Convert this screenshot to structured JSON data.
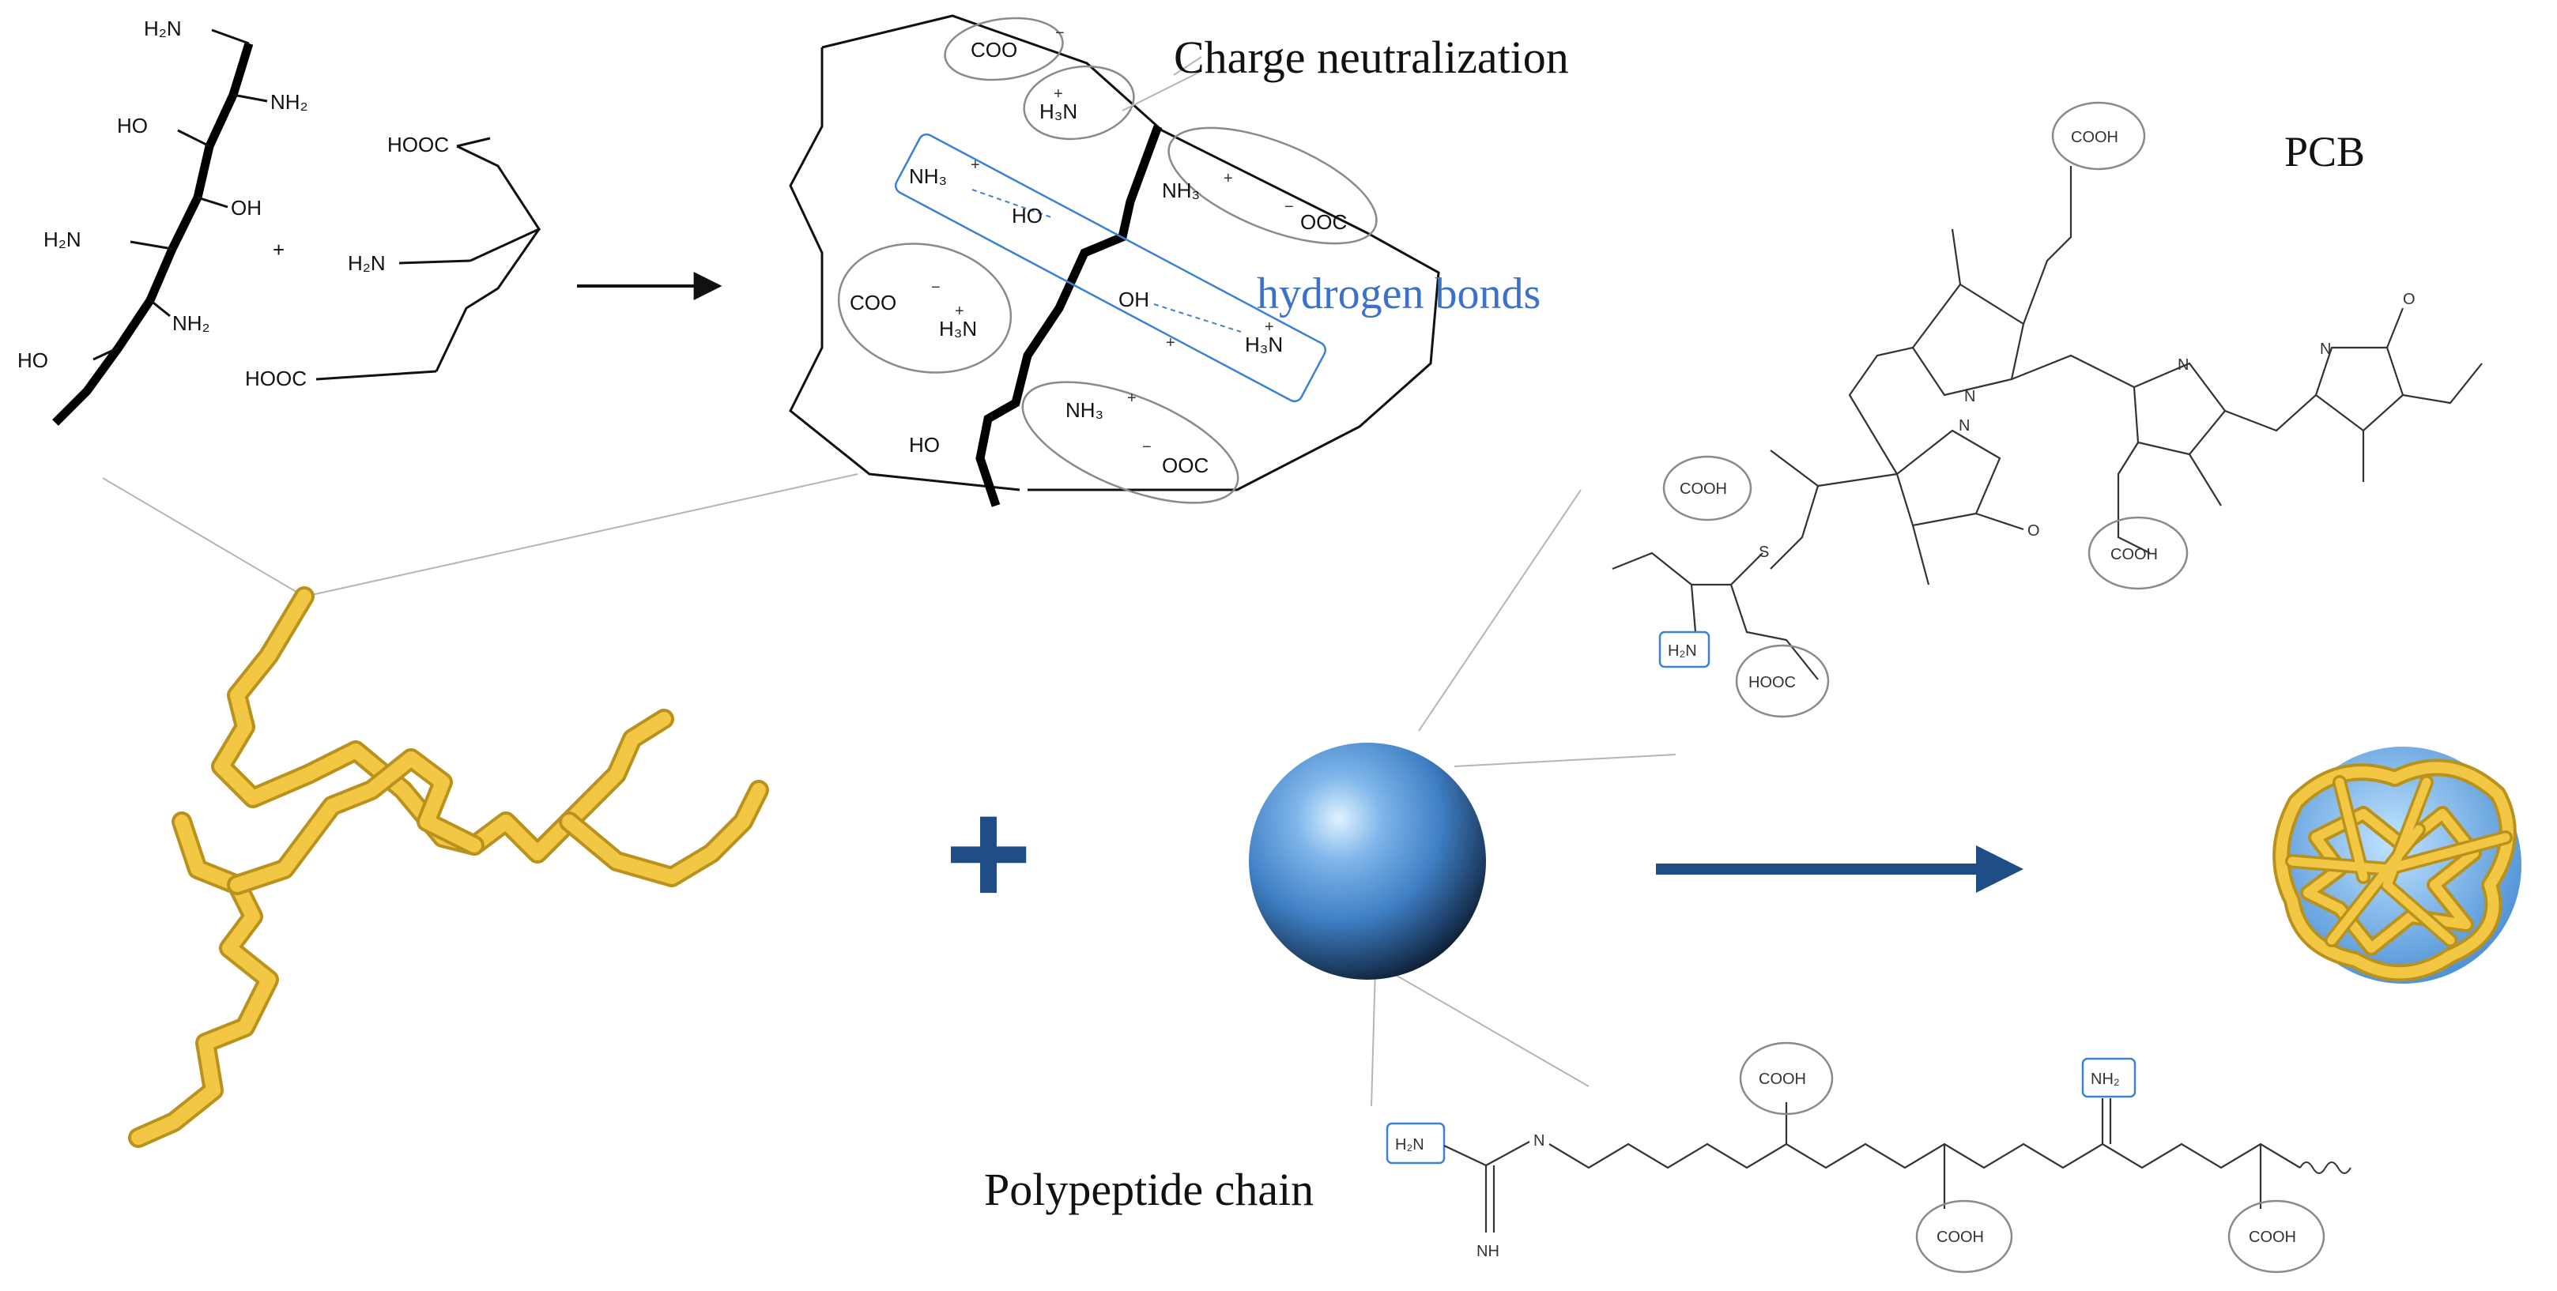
{
  "labels": {
    "charge_neutralization": "Charge neutralization",
    "hydrogen_bonds": "hydrogen bonds",
    "pcb": "PCB",
    "polypeptide_chain": "Polypeptide chain"
  },
  "chitosan_groups": {
    "h2n_top": "H₂N",
    "nh2_a": "NH₂",
    "ho_a": "HO",
    "oh_a": "OH",
    "h2n_mid": "H₂N",
    "nh2_b": "NH₂",
    "ho_b": "HO",
    "plus": "+"
  },
  "glutamic_acid_groups": {
    "hooc_top": "HOOC",
    "h2n": "H₂N",
    "hooc_bottom": "HOOC"
  },
  "complex_groups": {
    "coo_top": "COO",
    "h3n_top": "H₃N",
    "nh3_left": "NH₃",
    "nh3_right": "NH₃",
    "ho": "HO",
    "ooc_right": "OOC",
    "coo_mid": "COO",
    "oh": "OH",
    "h3n_mid": "H₃N",
    "h3n_right": "H₃N",
    "nh3_bottom": "NH₃",
    "ho_bottom": "HO",
    "ooc_bottom": "OOC"
  },
  "pcb_groups": {
    "cooh_top": "COOH",
    "cooh_left": "COOH",
    "h2n": "H₂N",
    "hooc": "HOOC",
    "s": "S",
    "n1": "N",
    "n2": "N",
    "n3": "N",
    "n4": "N",
    "o1": "O",
    "o2": "O",
    "cooh_right": "COOH"
  },
  "peptide_groups": {
    "h2n": "H₂N",
    "n": "N",
    "nh": "NH",
    "cooh_top": "COOH",
    "nh2": "NH₂",
    "cooh_1": "COOH",
    "cooh_2": "COOH"
  },
  "symbols": {
    "big_plus": "+"
  },
  "colors": {
    "strand": "#f2c744",
    "sphere": "#4a90d9",
    "arrow": "#1f4e86",
    "h_bond_box": "#3b82d6",
    "oval": "#8a8a8a",
    "hydrogen_bonds_text": "#3b72c8"
  }
}
